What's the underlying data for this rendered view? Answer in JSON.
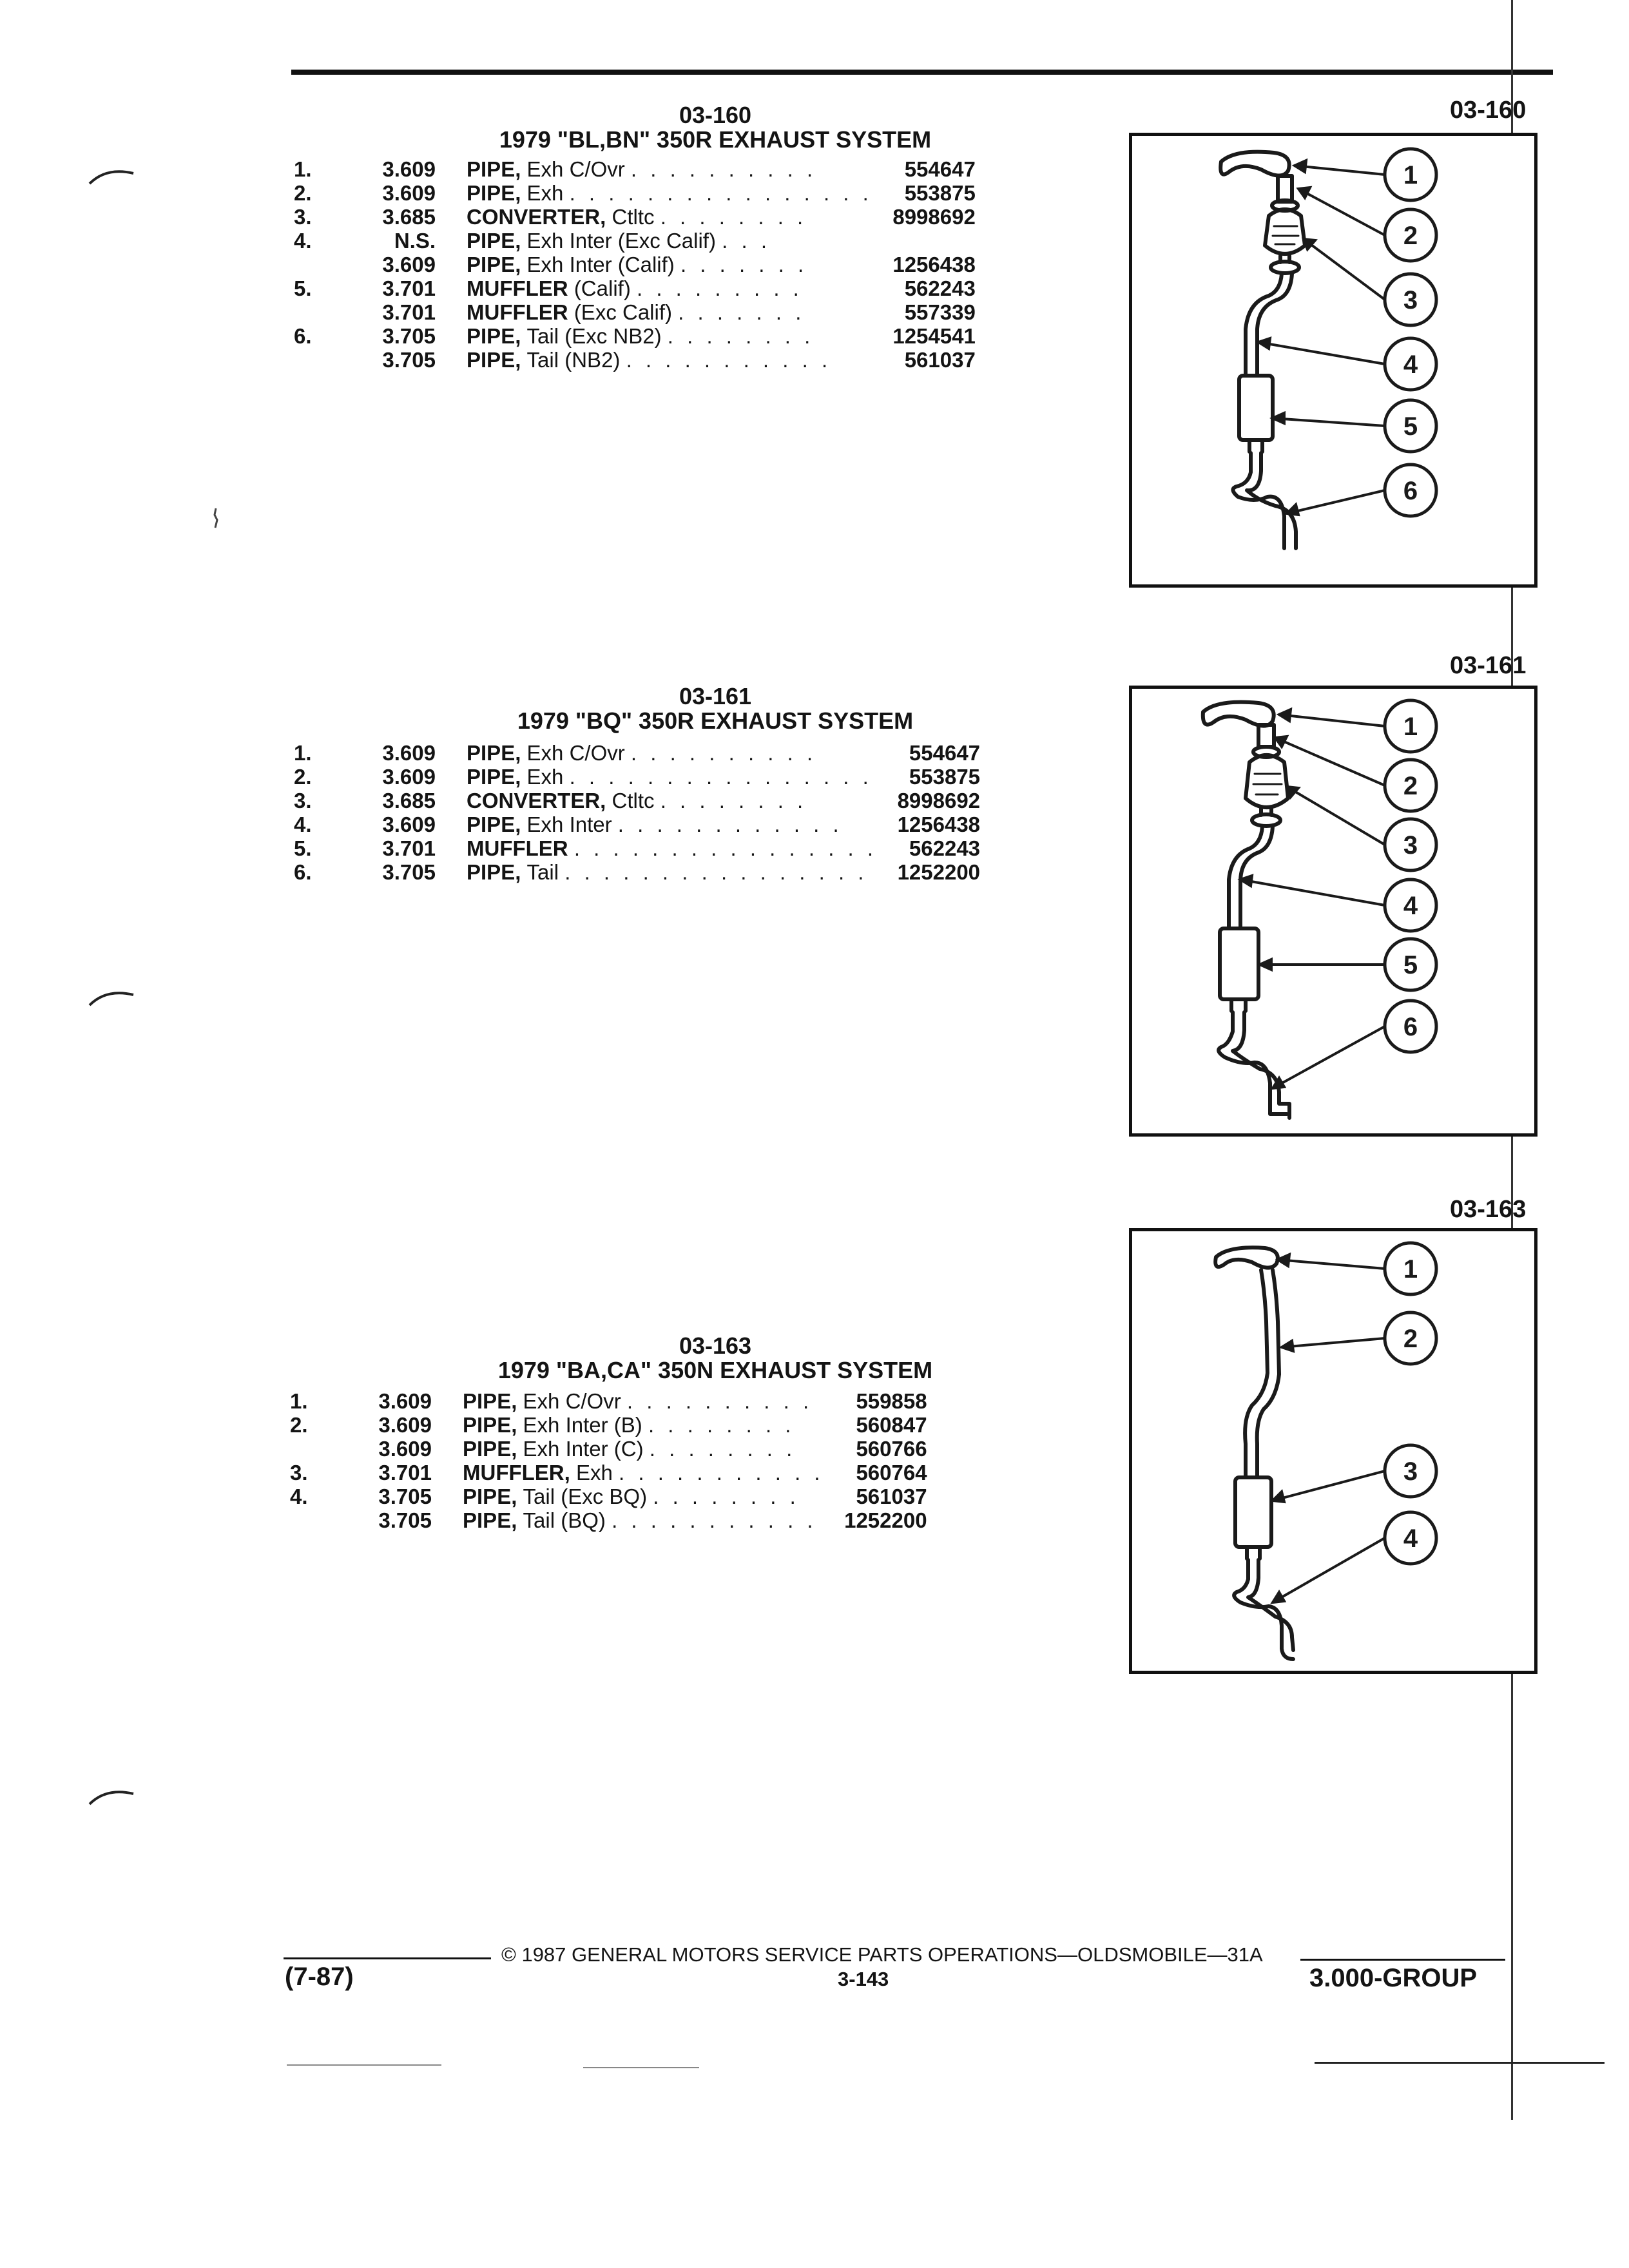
{
  "sections": [
    {
      "code": "03-160",
      "title": "1979 \"BL,BN\" 350R EXHAUST SYSTEM",
      "figure_label": "03-160",
      "rows": [
        {
          "num": "1.",
          "group": "3.609",
          "name": "PIPE,",
          "detail": "Exh C/Ovr",
          "part": "554647"
        },
        {
          "num": "2.",
          "group": "3.609",
          "name": "PIPE,",
          "detail": "Exh",
          "part": "553875"
        },
        {
          "num": "3.",
          "group": "3.685",
          "name": "CONVERTER,",
          "detail": "Ctltc",
          "part": "8998692"
        },
        {
          "num": "4.",
          "group": "N.S.",
          "name": "PIPE,",
          "detail": "Exh Inter (Exc Calif)",
          "part": ""
        },
        {
          "num": "",
          "group": "3.609",
          "name": "PIPE,",
          "detail": "Exh Inter (Calif)",
          "part": "1256438"
        },
        {
          "num": "5.",
          "group": "3.701",
          "name": "MUFFLER",
          "detail": "(Calif)",
          "part": "562243"
        },
        {
          "num": "",
          "group": "3.701",
          "name": "MUFFLER",
          "detail": "(Exc Calif)",
          "part": "557339"
        },
        {
          "num": "6.",
          "group": "3.705",
          "name": "PIPE,",
          "detail": "Tail (Exc NB2)",
          "part": "1254541"
        },
        {
          "num": "",
          "group": "3.705",
          "name": "PIPE,",
          "detail": "Tail (NB2)",
          "part": "561037"
        }
      ],
      "callouts": [
        "1",
        "2",
        "3",
        "4",
        "5",
        "6"
      ]
    },
    {
      "code": "03-161",
      "title": "1979 \"BQ\" 350R EXHAUST SYSTEM",
      "figure_label": "03-161",
      "rows": [
        {
          "num": "1.",
          "group": "3.609",
          "name": "PIPE,",
          "detail": "Exh C/Ovr",
          "part": "554647"
        },
        {
          "num": "2.",
          "group": "3.609",
          "name": "PIPE,",
          "detail": "Exh",
          "part": "553875"
        },
        {
          "num": "3.",
          "group": "3.685",
          "name": "CONVERTER,",
          "detail": "Ctltc",
          "part": "8998692"
        },
        {
          "num": "4.",
          "group": "3.609",
          "name": "PIPE,",
          "detail": "Exh Inter",
          "part": "1256438"
        },
        {
          "num": "5.",
          "group": "3.701",
          "name": "MUFFLER",
          "detail": "",
          "part": "562243"
        },
        {
          "num": "6.",
          "group": "3.705",
          "name": "PIPE,",
          "detail": "Tail",
          "part": "1252200"
        }
      ],
      "callouts": [
        "1",
        "2",
        "3",
        "4",
        "5",
        "6"
      ]
    },
    {
      "code": "03-163",
      "title": "1979 \"BA,CA\" 350N EXHAUST SYSTEM",
      "figure_label": "03-163",
      "rows": [
        {
          "num": "1.",
          "group": "3.609",
          "name": "PIPE,",
          "detail": "Exh C/Ovr",
          "part": "559858"
        },
        {
          "num": "2.",
          "group": "3.609",
          "name": "PIPE,",
          "detail": "Exh Inter (B)",
          "part": "560847"
        },
        {
          "num": "",
          "group": "3.609",
          "name": "PIPE,",
          "detail": "Exh Inter (C)",
          "part": "560766"
        },
        {
          "num": "3.",
          "group": "3.701",
          "name": "MUFFLER,",
          "detail": "Exh",
          "part": "560764"
        },
        {
          "num": "4.",
          "group": "3.705",
          "name": "PIPE,",
          "detail": "Tail (Exc BQ)",
          "part": "561037"
        },
        {
          "num": "",
          "group": "3.705",
          "name": "PIPE,",
          "detail": "Tail (BQ)",
          "part": "1252200"
        }
      ],
      "callouts": [
        "1",
        "2",
        "3",
        "4"
      ]
    }
  ],
  "footer": {
    "copyright": "© 1987 GENERAL MOTORS SERVICE PARTS OPERATIONS—OLDSMOBILE—31A",
    "page_number": "3-143",
    "revision": "(7-87)",
    "group": "3.000-GROUP"
  }
}
